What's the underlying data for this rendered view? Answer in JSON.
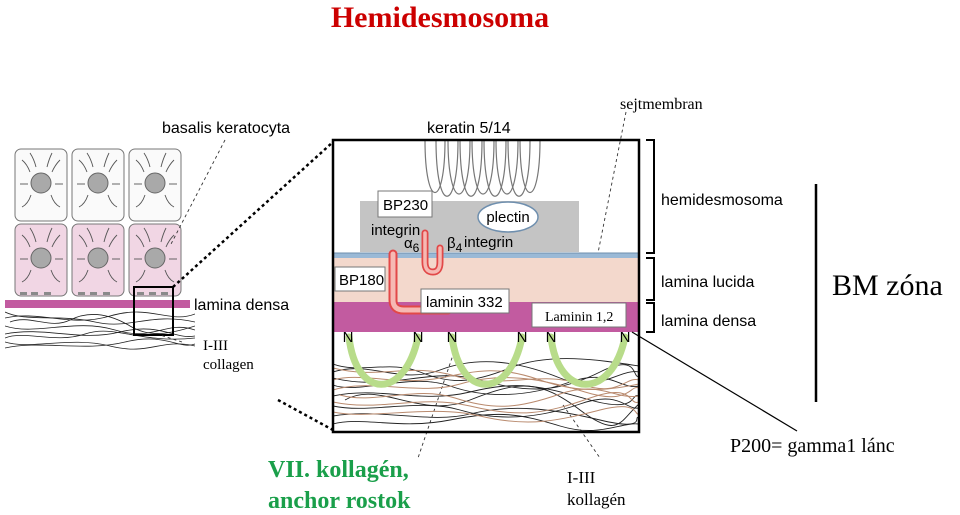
{
  "title": "Hemidesmosoma",
  "labels": {
    "basal_keratocyte": "basalis keratocyta",
    "keratin": "keratin 5/14",
    "cell_membrane": "sejtmembran",
    "bp230": "BP230",
    "plectin": "plectin",
    "integrin_left": "integrin",
    "alpha": "α",
    "alpha_sub": "6",
    "beta": "β",
    "beta_sub": "4",
    "integrin_right": "integrin",
    "bp180": "BP180",
    "laminin332": "laminin 332",
    "laminin12": "Laminin 1,2",
    "lamina_densa_left": "lamina densa",
    "collagen_left_1": "I-III",
    "collagen_left_2": "collagen",
    "hemidesmosome": "hemidesmosoma",
    "lamina_lucida": "lamina lucida",
    "lamina_densa_right": "lamina densa",
    "bm_zone": "BM zóna",
    "n_marker": "N",
    "collagen7_1": "VII. kollagén,",
    "collagen7_2": "anchor  rostok",
    "collagen_bottom_1": "I-III",
    "collagen_bottom_2": "kollagén",
    "p200": "P200= gamma1  lánc"
  },
  "colors": {
    "title": "#cc0000",
    "collagen7": "#1a9f4a",
    "lamina_densa": "#c25ba0",
    "lamina_lucida": "#f3d8cc",
    "cell_pink": "#f1d6e4",
    "plaque_gray": "#c4c4c4",
    "membrane_blue": "#9ab9d6",
    "anchor_green": "#b8dc8a",
    "integrin_red": "#e24848",
    "integrin_fill": "#f6b9b3",
    "brown_fiber": "#b98a6e"
  }
}
